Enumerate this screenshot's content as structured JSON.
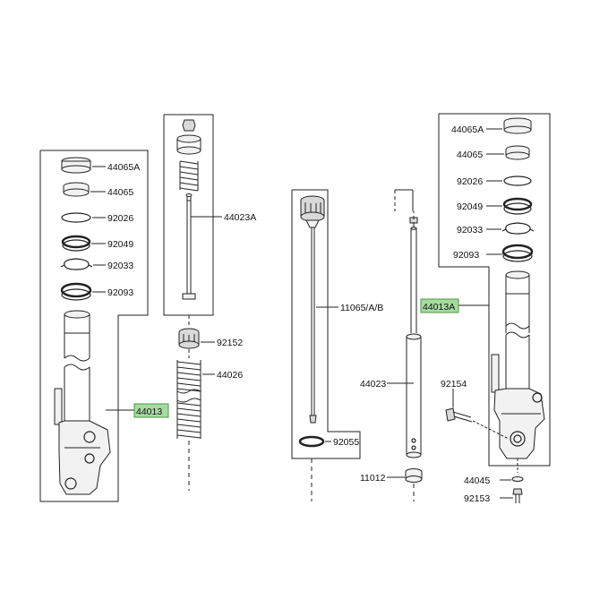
{
  "labels": {
    "left_box": [
      "44065A",
      "44065",
      "92026",
      "92049",
      "92033",
      "92093"
    ],
    "left_outer": "44013",
    "spring_assembly": [
      "44023A",
      "92152",
      "44026"
    ],
    "damper": [
      "11065/A/B",
      "92055"
    ],
    "tube": [
      "44023",
      "11012"
    ],
    "right_box": [
      "44065A",
      "44065",
      "92026",
      "92049",
      "92033",
      "92093"
    ],
    "right_outer": "44013A",
    "right_bottom": [
      "92154",
      "44045",
      "92153"
    ]
  },
  "colors": {
    "highlight": "#a6dba0",
    "line": "#222222"
  }
}
